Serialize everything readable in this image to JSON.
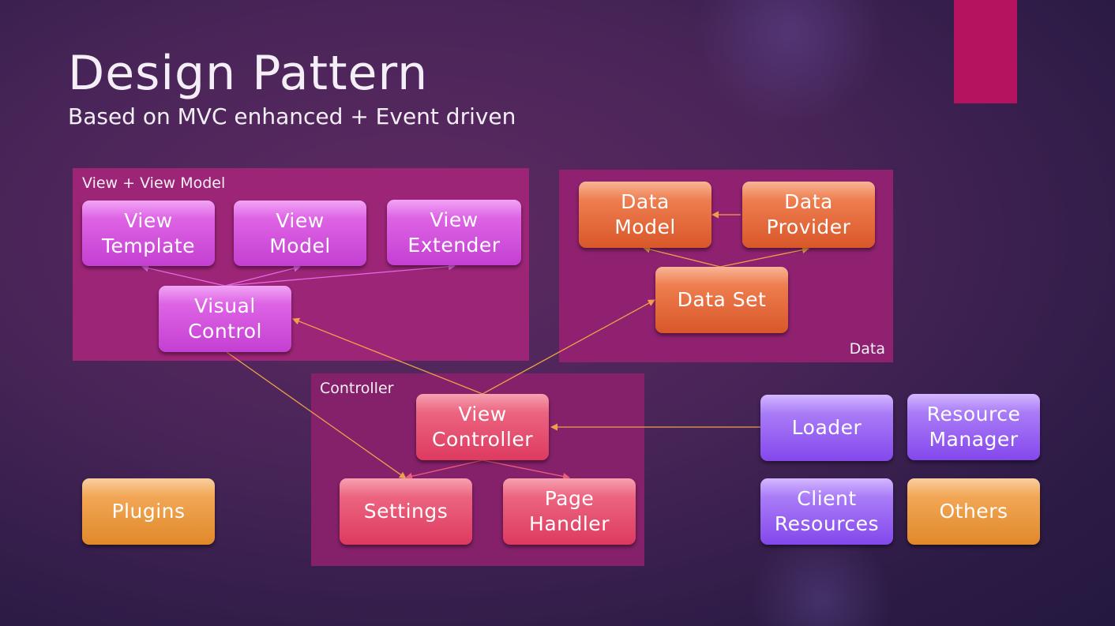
{
  "slide": {
    "title": "Design Pattern",
    "subtitle": "Based on MVC enhanced + Event driven"
  },
  "groups": {
    "view": "View + View Model",
    "data": "Data",
    "controller": "Controller"
  },
  "nodes": {
    "view_template": "View\nTemplate",
    "view_model": "View\nModel",
    "view_extender": "View\nExtender",
    "visual_control": "Visual\nControl",
    "data_model": "Data\nModel",
    "data_provider": "Data\nProvider",
    "data_set": "Data Set",
    "view_controller": "View\nController",
    "settings": "Settings",
    "page_handler": "Page\nHandler",
    "loader": "Loader",
    "resource_manager": "Resource\nManager",
    "client_resources": "Client\nResources",
    "others": "Others",
    "plugins": "Plugins"
  },
  "colors": {
    "accent": "#b5135f",
    "group_view_bg": "#9c2577",
    "group_data_bg": "#8f2170",
    "group_controller_bg": "#85216a",
    "view_nodes": "#d54ede",
    "data_nodes": "#e56a3b",
    "controller_nodes": "#e24d6d",
    "loader_nodes": "#9a63f3",
    "misc_nodes": "#eb9940",
    "arrow_violet": "#e46ae8",
    "arrow_orange": "#f0a04a",
    "arrow_pink": "#f05d7d"
  }
}
